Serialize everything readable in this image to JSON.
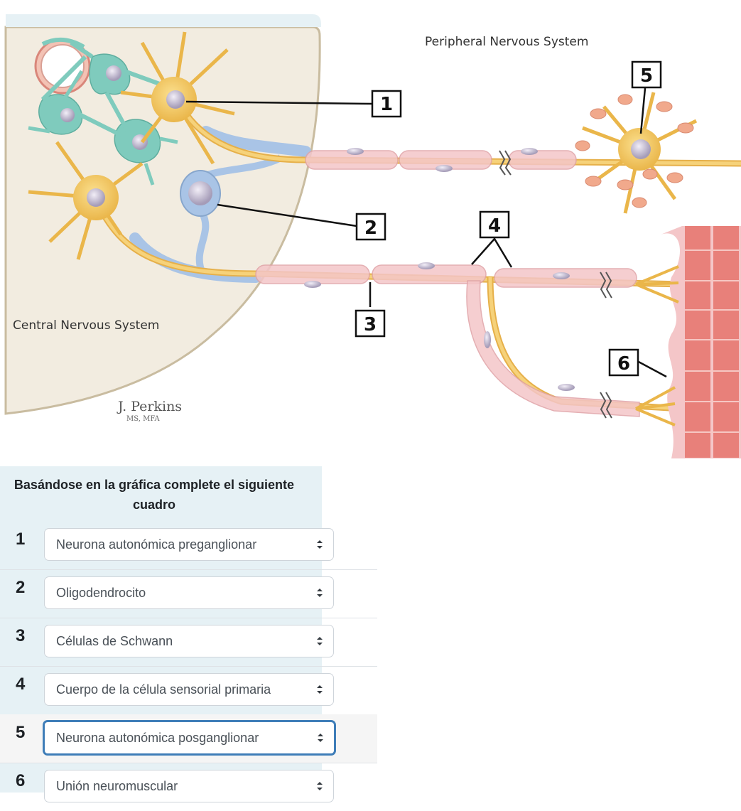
{
  "diagram": {
    "labels": {
      "peripheral": "Peripheral Nervous System",
      "central": "Central Nervous System",
      "signature_name": "J. Perkins",
      "signature_credentials": "MS, MFA"
    },
    "callouts": [
      "1",
      "2",
      "3",
      "4",
      "5",
      "6"
    ]
  },
  "quiz": {
    "title": "Basándose en la gráfica complete el siguiente cuadro",
    "rows": [
      {
        "number": "1",
        "selected": "Neurona autonómica preganglionar",
        "focused": false
      },
      {
        "number": "2",
        "selected": "Oligodendrocito",
        "focused": false
      },
      {
        "number": "3",
        "selected": "Células de Schwann",
        "focused": false
      },
      {
        "number": "4",
        "selected": "Cuerpo de la célula sensorial primaria",
        "focused": false
      },
      {
        "number": "5",
        "selected": "Neurona autonómica posganglionar",
        "focused": true
      },
      {
        "number": "6",
        "selected": "Unión neuromuscular",
        "focused": false
      }
    ]
  },
  "colors": {
    "cns_fill": "#f2ece0",
    "cns_edge": "#c9bca0",
    "neuron": "#f0c050",
    "astrocyte": "#7fcbbd",
    "oligodendrocyte": "#a9c4e6",
    "schwann": "#f4c6c8",
    "muscle": "#e8807a",
    "focus_border": "#3e7db8",
    "panel_bg": "#e6f1f5"
  }
}
